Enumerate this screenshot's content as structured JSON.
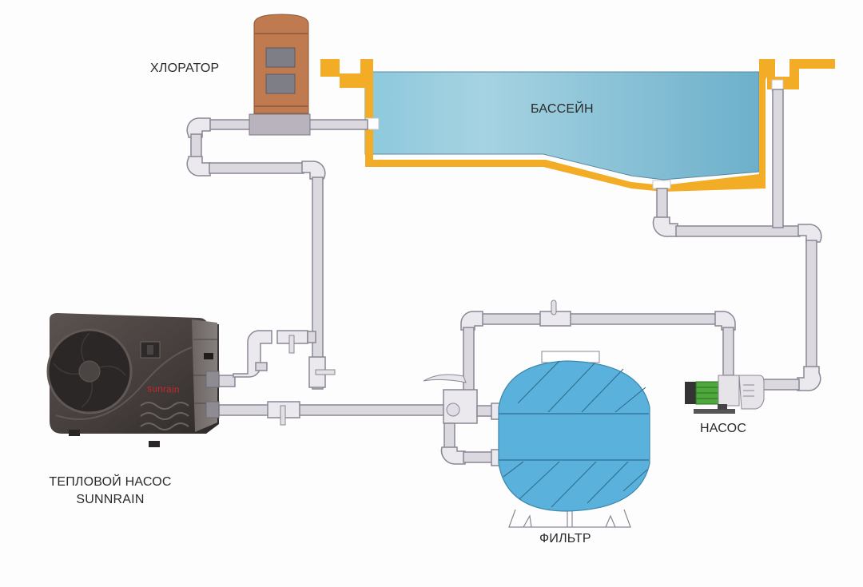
{
  "diagram": {
    "title": "Pool heat pump connection scheme",
    "labels": {
      "chlorinator": "ХЛОРАТОР",
      "pool": "БАССЕЙН",
      "heat_pump_line1": "ТЕПЛОВОЙ НАСОС",
      "heat_pump_line2": "SUNNRAIN",
      "filter": "ФИЛЬТР",
      "pump": "НАСОС",
      "heat_pump_brand": "sunrain"
    },
    "components": [
      {
        "id": "chlorinator",
        "name": "ХЛОРАТОР",
        "icon": "chlorinator-icon"
      },
      {
        "id": "pool",
        "name": "БАССЕЙН",
        "icon": "pool-icon"
      },
      {
        "id": "heat-pump",
        "name": "ТЕПЛОВОЙ НАСОС SUNNRAIN",
        "icon": "heat-pump-icon"
      },
      {
        "id": "filter",
        "name": "ФИЛЬТР",
        "icon": "sand-filter-icon"
      },
      {
        "id": "pump",
        "name": "НАСОС",
        "icon": "water-pump-icon"
      }
    ],
    "connections": [
      {
        "from": "pool",
        "to": "pump"
      },
      {
        "from": "pump",
        "to": "filter"
      },
      {
        "from": "filter",
        "to": "heat-pump"
      },
      {
        "from": "heat-pump",
        "to": "chlorinator"
      },
      {
        "from": "chlorinator",
        "to": "pool"
      }
    ],
    "colors": {
      "pool_water": "#7fbcd3",
      "pool_wall": "#f2ac26",
      "pipe": "#dcd8e0",
      "chlorinator": "#c07a50",
      "filter_tank": "#5ab1db",
      "heat_pump_body": "#4a4340",
      "brand_red": "#c0292d",
      "pump_motor": "#4ea83c"
    }
  }
}
